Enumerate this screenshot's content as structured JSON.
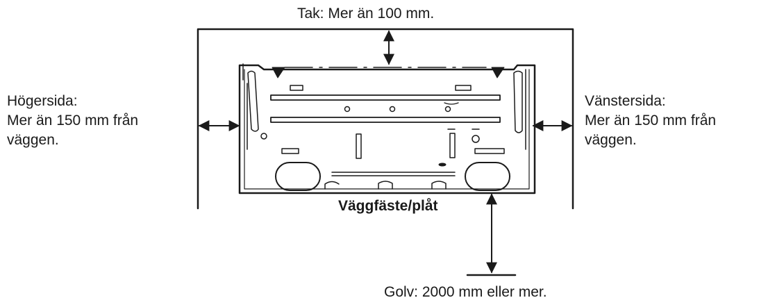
{
  "labels": {
    "ceiling": "Tak: Mer än 100 mm.",
    "right_side": {
      "title": "Högersida:",
      "line2": "Mer än 150 mm från",
      "line3": "väggen."
    },
    "left_side": {
      "title": "Vänstersida:",
      "line2": "Mer än 150 mm från",
      "line3": "väggen."
    },
    "plate": "Väggfäste/plåt",
    "floor": "Golv: 2000 mm eller mer."
  },
  "colors": {
    "line": "#1a1a1a",
    "background": "#ffffff"
  }
}
